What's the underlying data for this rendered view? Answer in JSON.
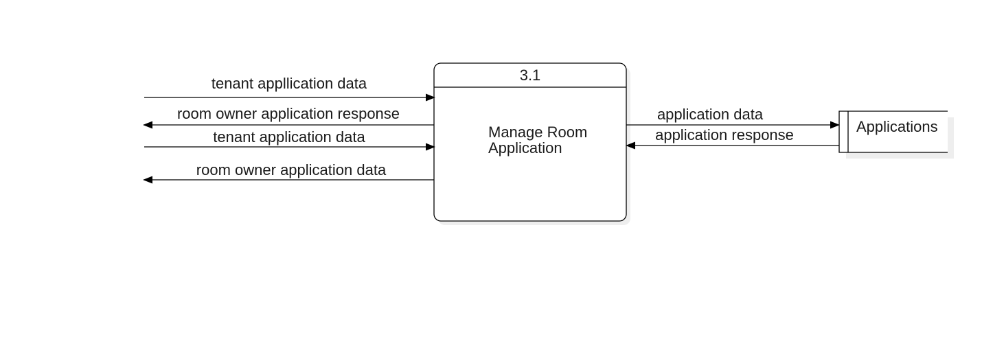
{
  "process": {
    "number": "3.1",
    "title_line1": "Manage Room",
    "title_line2": "Application"
  },
  "data_store": {
    "name": "Applications"
  },
  "flows": {
    "tenant_in_1": "tenant appllication data",
    "owner_response_out": "room owner application response",
    "tenant_in_2": "tenant application data",
    "owner_data_out": "room owner application data",
    "store_write": "application data",
    "store_read": "application response"
  }
}
